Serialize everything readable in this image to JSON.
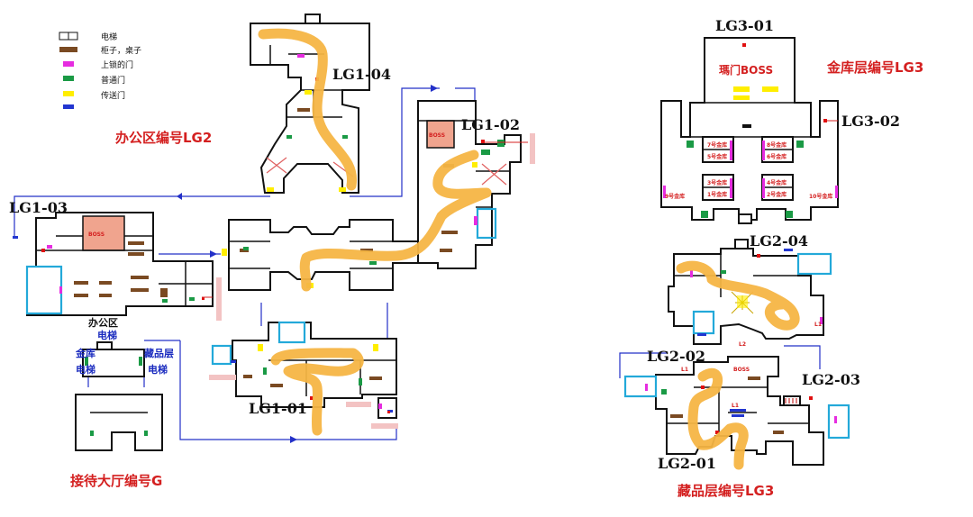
{
  "legend": [
    {
      "swatch": "elevator",
      "label": "电梯"
    },
    {
      "swatch": "desk",
      "label": "柜子，桌子"
    },
    {
      "swatch": "locked-door",
      "label": "上锁的门"
    },
    {
      "swatch": "normal-door",
      "label": "普通门"
    },
    {
      "swatch": "portal",
      "label": "传送门"
    },
    {
      "swatch": "elevator-door",
      "label": ""
    }
  ],
  "colors": {
    "route": "#f5b544",
    "locked_door": "#e62ce0",
    "normal_door": "#1a9a45",
    "portal": "#ffee00",
    "elevator_mark": "#2236d0",
    "desk": "#7a4a22",
    "boss_room": "#f0a48e",
    "zone_title": "#d42020",
    "marker": "#e01010",
    "flow_arrow": "#2330c8"
  },
  "zones": {
    "office": "办公区编号LG2",
    "lobby": "接待大厅编号G",
    "vault": "金库层编号LG3",
    "collection": "藏品层编号LG3"
  },
  "points": {
    "lg1_01": "LG1-01",
    "lg1_02": "LG1-02",
    "lg1_03": "LG1-03",
    "lg1_04": "LG1-04",
    "lg2_01": "LG2-01",
    "lg2_02": "LG2-02",
    "lg2_03": "LG2-03",
    "lg2_04": "LG2-04",
    "lg3_01": "LG3-01",
    "lg3_02": "LG3-02"
  },
  "rooms": {
    "office_area": "办公区",
    "boss_a": "BOSS",
    "boss_b": "BOSS",
    "horse_boss": "瑪门BOSS",
    "lobby_elevator": "电梯",
    "vault_elevator_l1": "金库",
    "vault_elevator_l2": "电梯",
    "collection_elevator_l1": "藏品层",
    "collection_elevator_l2": "电梯",
    "vault_1": "1号金库",
    "vault_2": "2号金库",
    "vault_3": "3号金库",
    "vault_4": "4号金库",
    "vault_5": "5号金库",
    "vault_6": "6号金库",
    "vault_7": "7号金库",
    "vault_8": "8号金库",
    "vault_9": "9号金库",
    "vault_10": "10号金库",
    "collection_boss": "BOSS",
    "collection_lv_a": "L1",
    "collection_lv_b": "L1",
    "collection_lv_c": "L1",
    "collection_lv_d": "L2"
  }
}
